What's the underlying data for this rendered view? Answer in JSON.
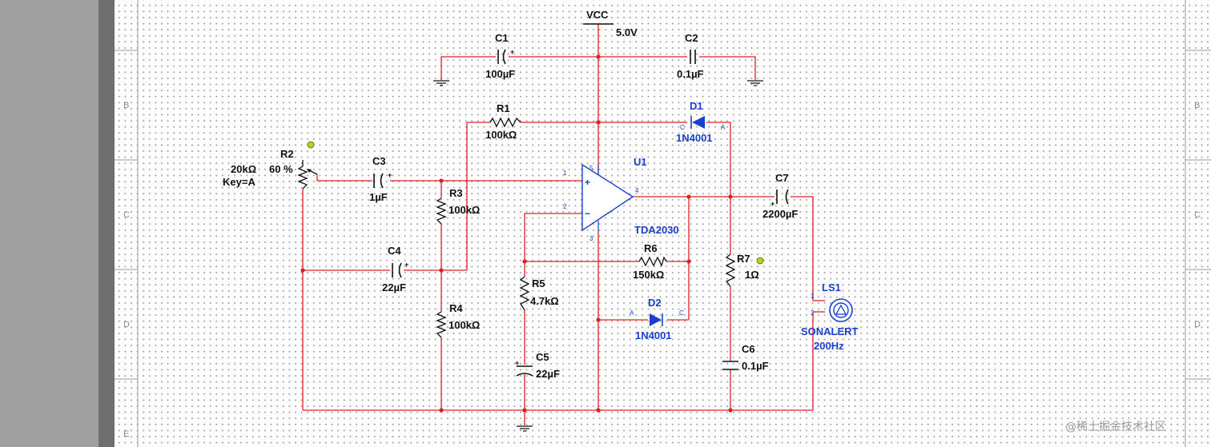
{
  "rows": [
    "B",
    "C",
    "D",
    "E"
  ],
  "colors": {
    "wire": "#e02020",
    "component": "#111111",
    "blue": "#1a3fd0"
  },
  "vcc": {
    "name": "VCC",
    "value": "5.0V"
  },
  "components": {
    "c1": {
      "ref": "C1",
      "value": "100µF"
    },
    "c2": {
      "ref": "C2",
      "value": "0.1µF"
    },
    "r1": {
      "ref": "R1",
      "value": "100kΩ"
    },
    "d1": {
      "ref": "D1",
      "value": "1N4001"
    },
    "r2": {
      "ref": "R2",
      "value": "20kΩ",
      "percent": "60 %",
      "key": "Key=A"
    },
    "c3": {
      "ref": "C3",
      "value": "1µF"
    },
    "u1": {
      "ref": "U1",
      "value": "TDA2030"
    },
    "r3": {
      "ref": "R3",
      "value": "100kΩ"
    },
    "c7": {
      "ref": "C7",
      "value": "2200µF"
    },
    "c4": {
      "ref": "C4",
      "value": "22µF"
    },
    "r6": {
      "ref": "R6",
      "value": "150kΩ"
    },
    "r7": {
      "ref": "R7",
      "value": "1Ω"
    },
    "r5": {
      "ref": "R5",
      "value": "4.7kΩ"
    },
    "ls1": {
      "ref": "LS1",
      "value": "SONALERT",
      "freq": "200Hz"
    },
    "d2": {
      "ref": "D2",
      "value": "1N4001"
    },
    "r4": {
      "ref": "R4",
      "value": "100kΩ"
    },
    "c6": {
      "ref": "C6",
      "value": "0.1µF"
    },
    "c5": {
      "ref": "C5",
      "value": "22µF"
    }
  },
  "pins": {
    "plus": "+",
    "minus": "−",
    "p1": "1",
    "p2": "2",
    "p3": "3",
    "p4": "4",
    "p5": "5",
    "cathode": "C",
    "anode": "A"
  },
  "watermark": "@稀土掘金技术社区"
}
